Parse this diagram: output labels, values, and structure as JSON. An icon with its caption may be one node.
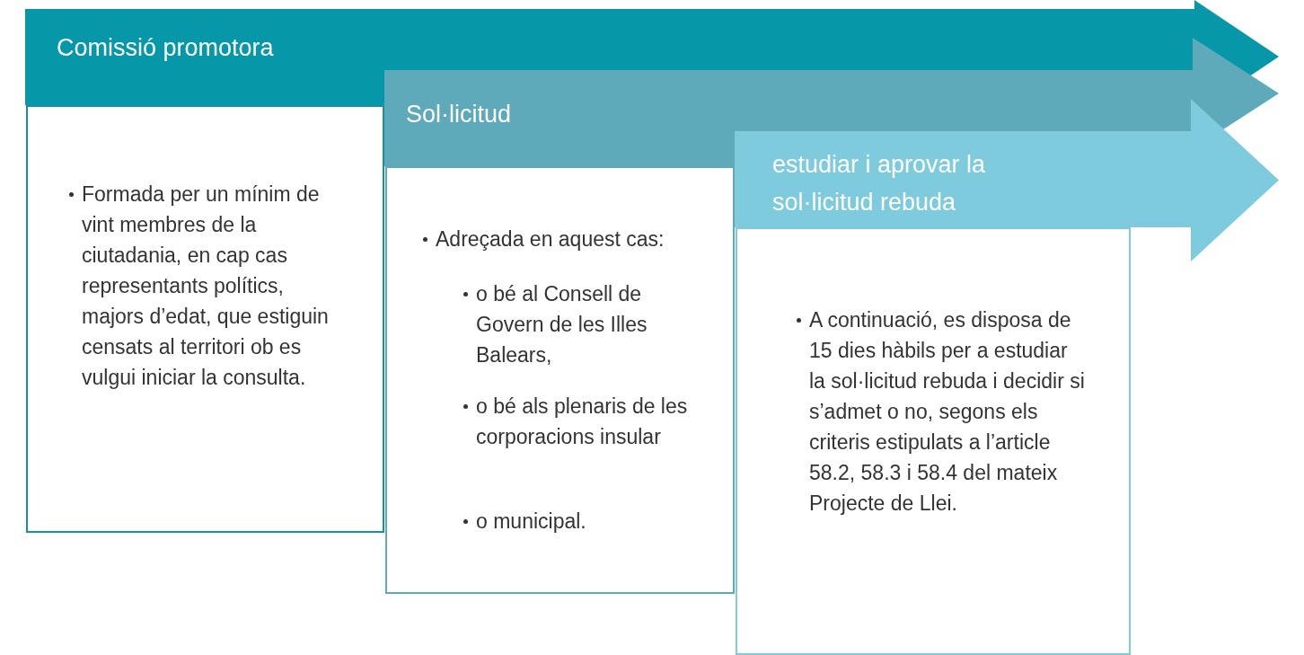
{
  "diagram": {
    "nodes": [
      {
        "text": [
          "Comissió promotora"
        ]
      },
      {
        "text": [
          "Formada per un mínim de vint membres de la ciutadania, en cap cas representants polítics, majors d’edat, que estiguin censats al territori ob es vulgui iniciar la consulta."
        ]
      },
      {
        "text": [
          "Sol·licitud"
        ]
      },
      {
        "text": [
          "Adreçada en aquest cas:",
          "o bé al Consell de Govern de les Illes Balears,",
          "o bé als plenaris de les corporacions insular",
          "o municipal."
        ]
      },
      {
        "text": [
          "estudiar i aprovar la sol·licitud rebuda"
        ]
      },
      {
        "text": [
          "A continuació, es disposa de 15 dies hàbils per a estudiar la sol·licitud rebuda i decidir si s’admet o no, segons els criteris estipulats a l’article 58.2, 58.3 i 58.4 del mateix Projecte de Llei."
        ]
      }
    ]
  }
}
